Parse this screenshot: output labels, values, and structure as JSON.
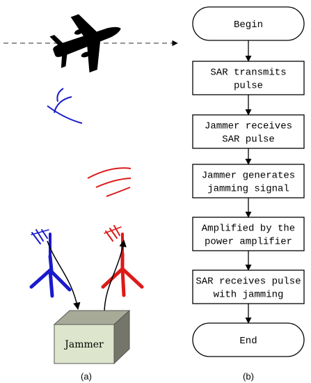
{
  "panel_a": {
    "caption": "(a)",
    "jammer_label": "Jammer"
  },
  "panel_b": {
    "caption": "(b)",
    "steps": [
      {
        "lines": [
          "Begin"
        ]
      },
      {
        "lines": [
          "SAR transmits",
          "pulse"
        ]
      },
      {
        "lines": [
          "Jammer receives",
          "SAR pulse"
        ]
      },
      {
        "lines": [
          "Jammer generates",
          "jamming signal"
        ]
      },
      {
        "lines": [
          "Amplified by the",
          "power amplifier"
        ]
      },
      {
        "lines": [
          "SAR receives pulse",
          "with jamming"
        ]
      },
      {
        "lines": [
          "End"
        ]
      }
    ]
  },
  "colors": {
    "receive_antenna": "#1a1acc",
    "transmit_antenna": "#dd1a1a",
    "jammer_box_front": "#dde6cc",
    "jammer_box_top": "#a8aa98",
    "jammer_box_side": "#74766a",
    "aircraft": "#000000"
  }
}
